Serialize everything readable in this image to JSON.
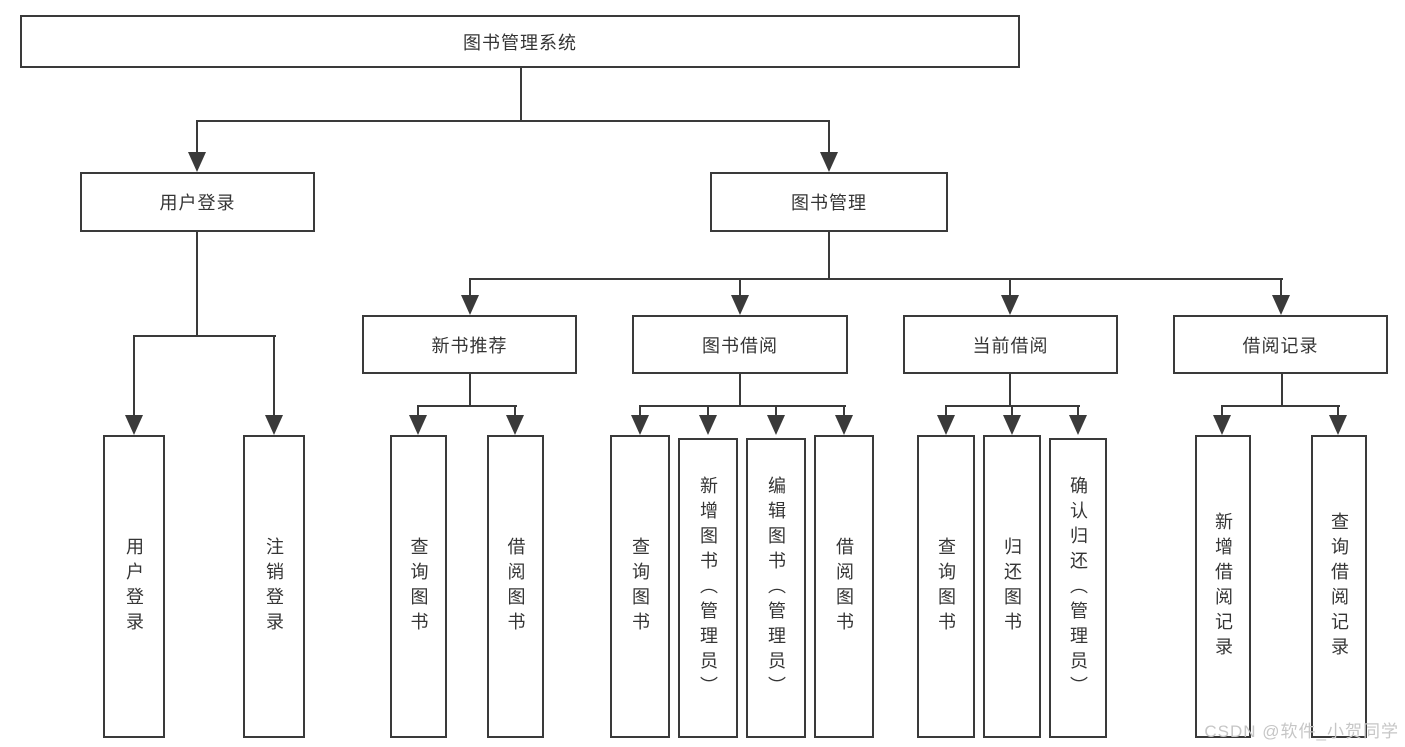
{
  "diagram": {
    "tree": {
      "label": "图书管理系统",
      "children": [
        {
          "label": "用户登录",
          "children": [
            {
              "label": "用户登录"
            },
            {
              "label": "注销登录"
            }
          ]
        },
        {
          "label": "图书管理",
          "children": [
            {
              "label": "新书推荐",
              "children": [
                {
                  "label": "查询图书"
                },
                {
                  "label": "借阅图书"
                }
              ]
            },
            {
              "label": "图书借阅",
              "children": [
                {
                  "label": "查询图书"
                },
                {
                  "label": "新增图书（管理员）"
                },
                {
                  "label": "编辑图书（管理员）"
                },
                {
                  "label": "借阅图书"
                }
              ]
            },
            {
              "label": "当前借阅",
              "children": [
                {
                  "label": "查询图书"
                },
                {
                  "label": "归还图书"
                },
                {
                  "label": "确认归还（管理员）"
                }
              ]
            },
            {
              "label": "借阅记录",
              "children": [
                {
                  "label": "新增借阅记录"
                },
                {
                  "label": "查询借阅记录"
                }
              ]
            }
          ]
        }
      ]
    },
    "watermark": "CSDN @软件_小贺同学",
    "colors": {
      "line": "#3a3a3a",
      "text": "#353535",
      "watermark": "#c6c6c6"
    }
  }
}
